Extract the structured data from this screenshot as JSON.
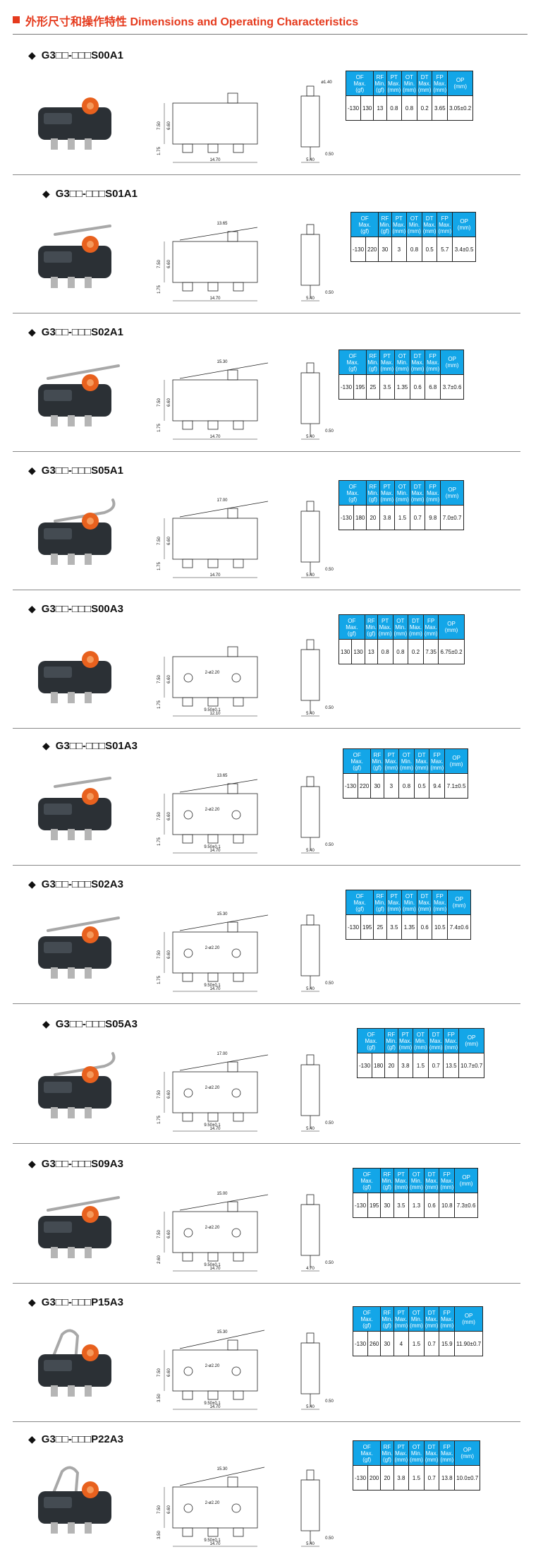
{
  "header": {
    "title": "外形尺寸和操作特性 Dimensions and Operating Characteristics"
  },
  "columns": [
    [
      "OF",
      "Max.",
      "(gf)"
    ],
    [
      "RF",
      "Min.",
      "(gf)"
    ],
    [
      "PT",
      "Max.",
      "(mm)"
    ],
    [
      "OT",
      "Min.",
      "(mm)"
    ],
    [
      "DT",
      "Max.",
      "(mm)"
    ],
    [
      "FP",
      "Max.",
      "(mm)"
    ],
    [
      "OP",
      "(mm)"
    ]
  ],
  "colors": {
    "accent": "#e53a1d",
    "table_header": "#13a6e8",
    "switch_body": "#2b3035",
    "actuator": "#e8611e"
  },
  "models": [
    {
      "title": "G3□□-□□□S00A1",
      "lever": "none",
      "dims": {
        "total": "14.70",
        "height": "7.50",
        "inner": "6.60",
        "pin": "1.75",
        "side_w": "5.40",
        "side_t": "0.50",
        "pin_d": "ø1.40"
      },
      "values": [
        "-130",
        "130",
        "13",
        "0.8",
        "0.8",
        "0.2",
        "3.65",
        "3.05±0.2"
      ]
    },
    {
      "title": "G3□□-□□□S01A1",
      "lever": "short",
      "dims": {
        "total": "14.70",
        "height": "7.50",
        "inner": "6.60",
        "pin": "1.75",
        "side_w": "5.40",
        "side_t": "0.50",
        "lever": "13.65"
      },
      "values": [
        "-130",
        "220",
        "30",
        "3",
        "0.8",
        "0.5",
        "5.7",
        "3.4±0.5"
      ]
    },
    {
      "title": "G3□□-□□□S02A1",
      "lever": "long",
      "dims": {
        "total": "14.70",
        "height": "7.50",
        "inner": "6.60",
        "pin": "1.75",
        "side_w": "5.40",
        "side_t": "0.50",
        "lever": "15.30"
      },
      "values": [
        "-130",
        "195",
        "25",
        "3.5",
        "1.35",
        "0.6",
        "6.8",
        "3.7±0.6"
      ]
    },
    {
      "title": "G3□□-□□□S05A1",
      "lever": "roller",
      "dims": {
        "total": "14.70",
        "height": "7.50",
        "inner": "6.60",
        "pin": "1.75",
        "side_w": "5.40",
        "side_t": "0.50",
        "lever": "17.00"
      },
      "values": [
        "-130",
        "180",
        "20",
        "3.8",
        "1.5",
        "0.7",
        "9.8",
        "7.0±0.7"
      ]
    },
    {
      "title": "G3□□-□□□S00A3",
      "lever": "none",
      "dims": {
        "total": "12.10",
        "height": "7.50",
        "inner": "6.60",
        "pin": "1.75",
        "side_w": "5.40",
        "side_t": "0.50",
        "hole": "2-ø2.20",
        "pitch": "9.50±0.1"
      },
      "values": [
        "130",
        "130",
        "13",
        "0.8",
        "0.8",
        "0.2",
        "7.35",
        "6.75±0.2"
      ]
    },
    {
      "title": "G3□□-□□□S01A3",
      "lever": "short",
      "dims": {
        "total": "14.70",
        "height": "7.50",
        "inner": "6.60",
        "pin": "1.75",
        "side_w": "5.40",
        "side_t": "0.50",
        "lever": "13.65",
        "hole": "2-ø2.20",
        "pitch": "9.50±0.1"
      },
      "values": [
        "-130",
        "220",
        "30",
        "3",
        "0.8",
        "0.5",
        "9.4",
        "7.1±0.5"
      ]
    },
    {
      "title": "G3□□-□□□S02A3",
      "lever": "long",
      "dims": {
        "total": "14.70",
        "height": "7.50",
        "inner": "6.60",
        "pin": "1.75",
        "side_w": "5.40",
        "side_t": "0.50",
        "lever": "15.30",
        "hole": "2-ø2.20",
        "pitch": "9.50±0.1"
      },
      "values": [
        "-130",
        "195",
        "25",
        "3.5",
        "1.35",
        "0.6",
        "10.5",
        "7.4±0.6"
      ]
    },
    {
      "title": "G3□□-□□□S05A3",
      "lever": "roller",
      "dims": {
        "total": "14.70",
        "height": "7.50",
        "inner": "6.60",
        "pin": "1.75",
        "side_w": "5.40",
        "side_t": "0.50",
        "lever": "17.00",
        "hole": "2-ø2.20",
        "pitch": "9.50±0.1"
      },
      "values": [
        "-130",
        "180",
        "20",
        "3.8",
        "1.5",
        "0.7",
        "13.5",
        "10.7±0.7"
      ]
    },
    {
      "title": "G3□□-□□□S09A3",
      "lever": "long",
      "dims": {
        "total": "14.70",
        "height": "7.50",
        "inner": "6.60",
        "pin": "2.60",
        "side_w": "4.70",
        "side_t": "0.50",
        "lever": "15.00",
        "hole": "2-ø2.20",
        "pitch": "9.50±0.1"
      },
      "values": [
        "-130",
        "195",
        "30",
        "3.5",
        "1.3",
        "0.6",
        "10.8",
        "7.3±0.6"
      ]
    },
    {
      "title": "G3□□-□□□P15A3",
      "lever": "hook",
      "dims": {
        "total": "14.70",
        "height": "7.50",
        "inner": "6.60",
        "pin": "3.50",
        "side_w": "5.40",
        "side_t": "0.50",
        "lever": "15.30",
        "hole": "2-ø2.20",
        "pitch": "9.50±0.1"
      },
      "values": [
        "-130",
        "260",
        "30",
        "4",
        "1.5",
        "0.7",
        "15.9",
        "11.90±0.7"
      ]
    },
    {
      "title": "G3□□-□□□P22A3",
      "lever": "hook",
      "dims": {
        "total": "14.70",
        "height": "7.50",
        "inner": "6.60",
        "pin": "3.50",
        "side_w": "5.40",
        "side_t": "0.50",
        "lever": "15.30",
        "hole": "2-ø2.20",
        "pitch": "9.50±0.1"
      },
      "values": [
        "-130",
        "200",
        "20",
        "3.8",
        "1.5",
        "0.7",
        "13.8",
        "10.0±0.7"
      ]
    }
  ]
}
